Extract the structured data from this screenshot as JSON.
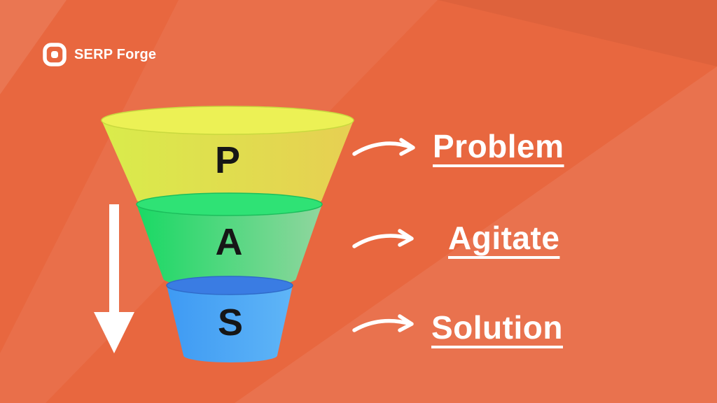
{
  "page": {
    "background_color": "#E8673F",
    "text_color": "#FFFFFF"
  },
  "logo": {
    "name": "SERP Forge"
  },
  "funnel": {
    "stages": [
      {
        "letter": "P",
        "label": "Problem",
        "color": "#DDE94C"
      },
      {
        "letter": "A",
        "label": "Agitate",
        "color": "#2BD96E"
      },
      {
        "letter": "S",
        "label": "Solution",
        "color": "#4A9FF2"
      }
    ]
  },
  "colors": {
    "stage_yellow_left": "#D9EC4B",
    "stage_yellow_right": "#E7CF52",
    "stage_green_left": "#19D964",
    "stage_green_right": "#90D69E",
    "stage_blue_left": "#3E9AF3",
    "stage_blue_right": "#5FB5F7",
    "arrow": "#FFFFFF"
  }
}
